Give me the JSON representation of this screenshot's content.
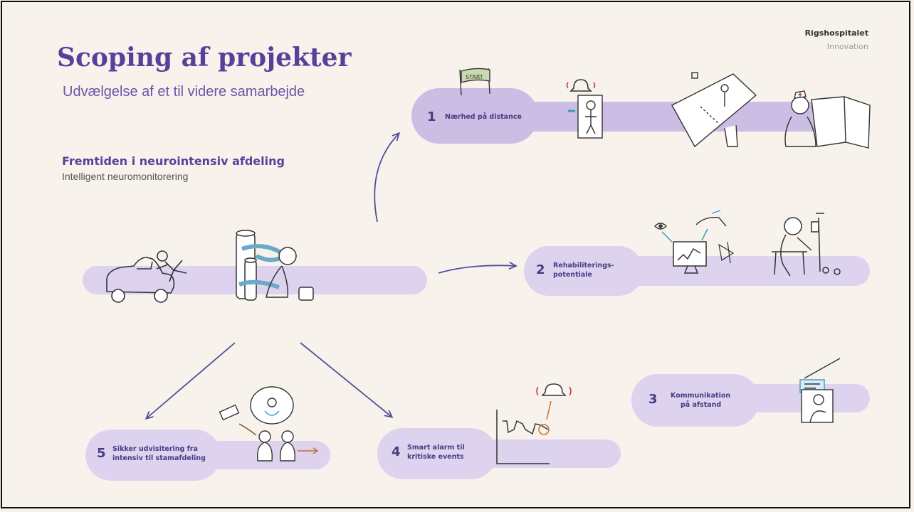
{
  "header": {
    "title": "Scoping af projekter",
    "subtitle": "Udvælgelse af et til videre samarbejde"
  },
  "brand": {
    "name": "Rigshospitalet",
    "unit": "Innovation"
  },
  "context": {
    "heading": "Fremtiden i neurointensiv afdeling",
    "subheading": "Intelligent neuromonitorering"
  },
  "projects": [
    {
      "number": "1",
      "line1": "Nærhed på distance",
      "line2": ""
    },
    {
      "number": "2",
      "line1": "Rehabiliterings-",
      "line2": "potentiale"
    },
    {
      "number": "3",
      "line1": "Kommunikation",
      "line2": "på afstand"
    },
    {
      "number": "4",
      "line1": "Smart alarm til",
      "line2": "kritiske events"
    },
    {
      "number": "5",
      "line1": "Sikker udvisitering fra",
      "line2": "intensiv til stamafdeling"
    }
  ],
  "sketch": {
    "start_sign": "START"
  },
  "colors": {
    "background": "#f8f2ec",
    "accent": "#5a3f9a",
    "band": "#cbbde4",
    "band_light": "#ddd3ef",
    "arrow": "#5a4a9a"
  }
}
